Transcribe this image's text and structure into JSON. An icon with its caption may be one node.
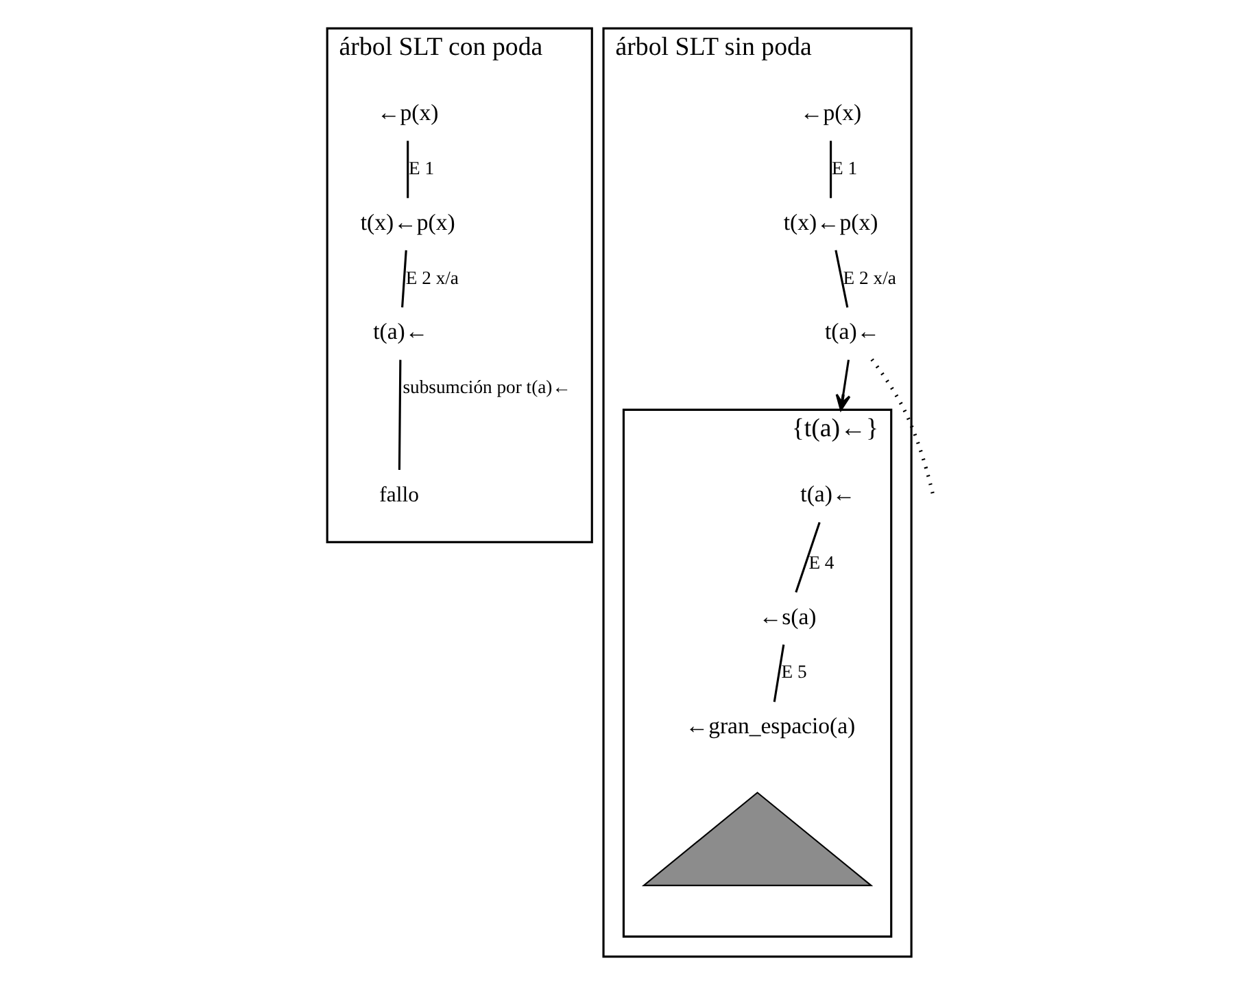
{
  "diagram": {
    "nodes": [
      {
        "text": [
          "árbol SLT con poda"
        ]
      },
      {
        "text": [
          "←p(x)"
        ],
        "in": 0
      },
      {
        "text": [
          "t(x)←p(x)"
        ],
        "in": 0
      },
      {
        "text": [
          "t(a)←"
        ],
        "in": 0
      },
      {
        "text": [
          "fallo"
        ],
        "in": 0
      },
      {
        "text": [
          "árbol SLT sin poda"
        ]
      },
      {
        "text": [
          "←p(x)"
        ],
        "in": 5
      },
      {
        "text": [
          "t(x)←p(x)"
        ],
        "in": 5
      },
      {
        "text": [
          "t(a)←"
        ],
        "in": 5
      },
      {
        "text": [
          "{t(a)←}"
        ],
        "in": 5
      },
      {
        "text": [
          "t(a)←"
        ],
        "in": 9
      },
      {
        "text": [
          "←s(a)"
        ],
        "in": 9
      },
      {
        "text": [
          "←gran_espacio(a)"
        ],
        "in": 9
      },
      {
        "text": [],
        "shape": "triangle",
        "in": 9
      }
    ],
    "edges": [
      {
        "from": 1,
        "to": 2,
        "arrow": "none",
        "label": "E 1"
      },
      {
        "from": 2,
        "to": 3,
        "arrow": "none",
        "label": "E 2 x/a"
      },
      {
        "from": 3,
        "to": 4,
        "arrow": "none",
        "label": "subsumción por t(a)←"
      },
      {
        "from": 6,
        "to": 7,
        "arrow": "none",
        "label": "E 1"
      },
      {
        "from": 7,
        "to": 8,
        "arrow": "none",
        "label": "E 2 x/a"
      },
      {
        "from": 8,
        "to": null,
        "arrow": "none",
        "style": "dashed"
      },
      {
        "from": 8,
        "to": 9,
        "arrow": "to"
      },
      {
        "from": 10,
        "to": 11,
        "arrow": "none",
        "label": "E 4"
      },
      {
        "from": 11,
        "to": 12,
        "arrow": "none",
        "label": "E 5"
      }
    ]
  }
}
